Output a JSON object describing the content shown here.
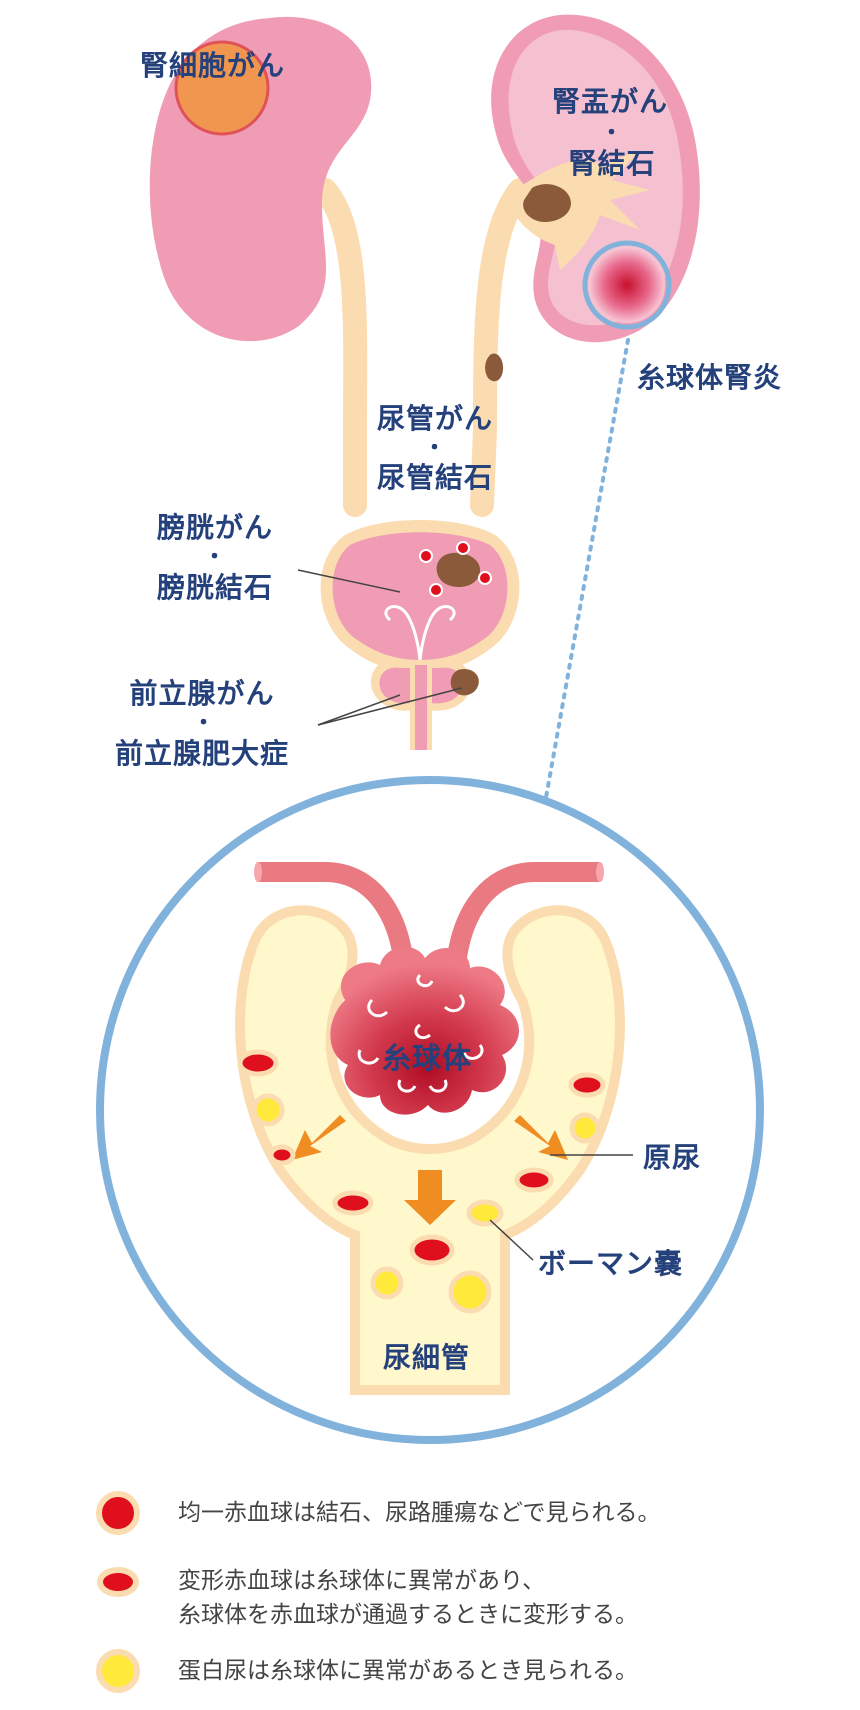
{
  "labels": {
    "renal_cell_cancer": "腎細胞がん",
    "renal_pelvis_cancer": "腎盂がん",
    "kidney_stone": "腎結石",
    "glomerulonephritis": "糸球体腎炎",
    "ureter_cancer": "尿管がん",
    "ureter_stone": "尿管結石",
    "bladder_cancer": "膀胱がん",
    "bladder_stone": "膀胱結石",
    "prostate_cancer": "前立腺がん",
    "prostate_hypertrophy": "前立腺肥大症",
    "separator": "・",
    "glomerulus": "糸球体",
    "primary_urine": "原尿",
    "bowman_capsule": "ボーマン嚢",
    "renal_tubule": "尿細管"
  },
  "legend": [
    {
      "icon": "uniform-red-blood-cell-icon",
      "lines": [
        "均一赤血球は結石、尿路腫瘍などで見られる。"
      ]
    },
    {
      "icon": "deformed-red-blood-cell-icon",
      "lines": [
        "変形赤血球は糸球体に異常があり、",
        "糸球体を赤血球が通過するときに変形する。"
      ]
    },
    {
      "icon": "proteinuria-icon",
      "lines": [
        "蛋白尿は糸球体に異常があるとき見られる。"
      ]
    }
  ],
  "colors": {
    "label_text": "#24417c",
    "kidney_pink": "#f09cb4",
    "kidney_light": "#f5c0d0",
    "ureter": "#fbdcb0",
    "stone": "#8b5a3a",
    "tumor": "#f0964f",
    "red_cell": "#e00f1e",
    "protein": "#ffea3c",
    "circle_blue": "#80b2dc",
    "arrow_orange": "#ef8c22",
    "tubule_fill": "#fff8cc",
    "tubule_border": "#fbdcb0"
  }
}
